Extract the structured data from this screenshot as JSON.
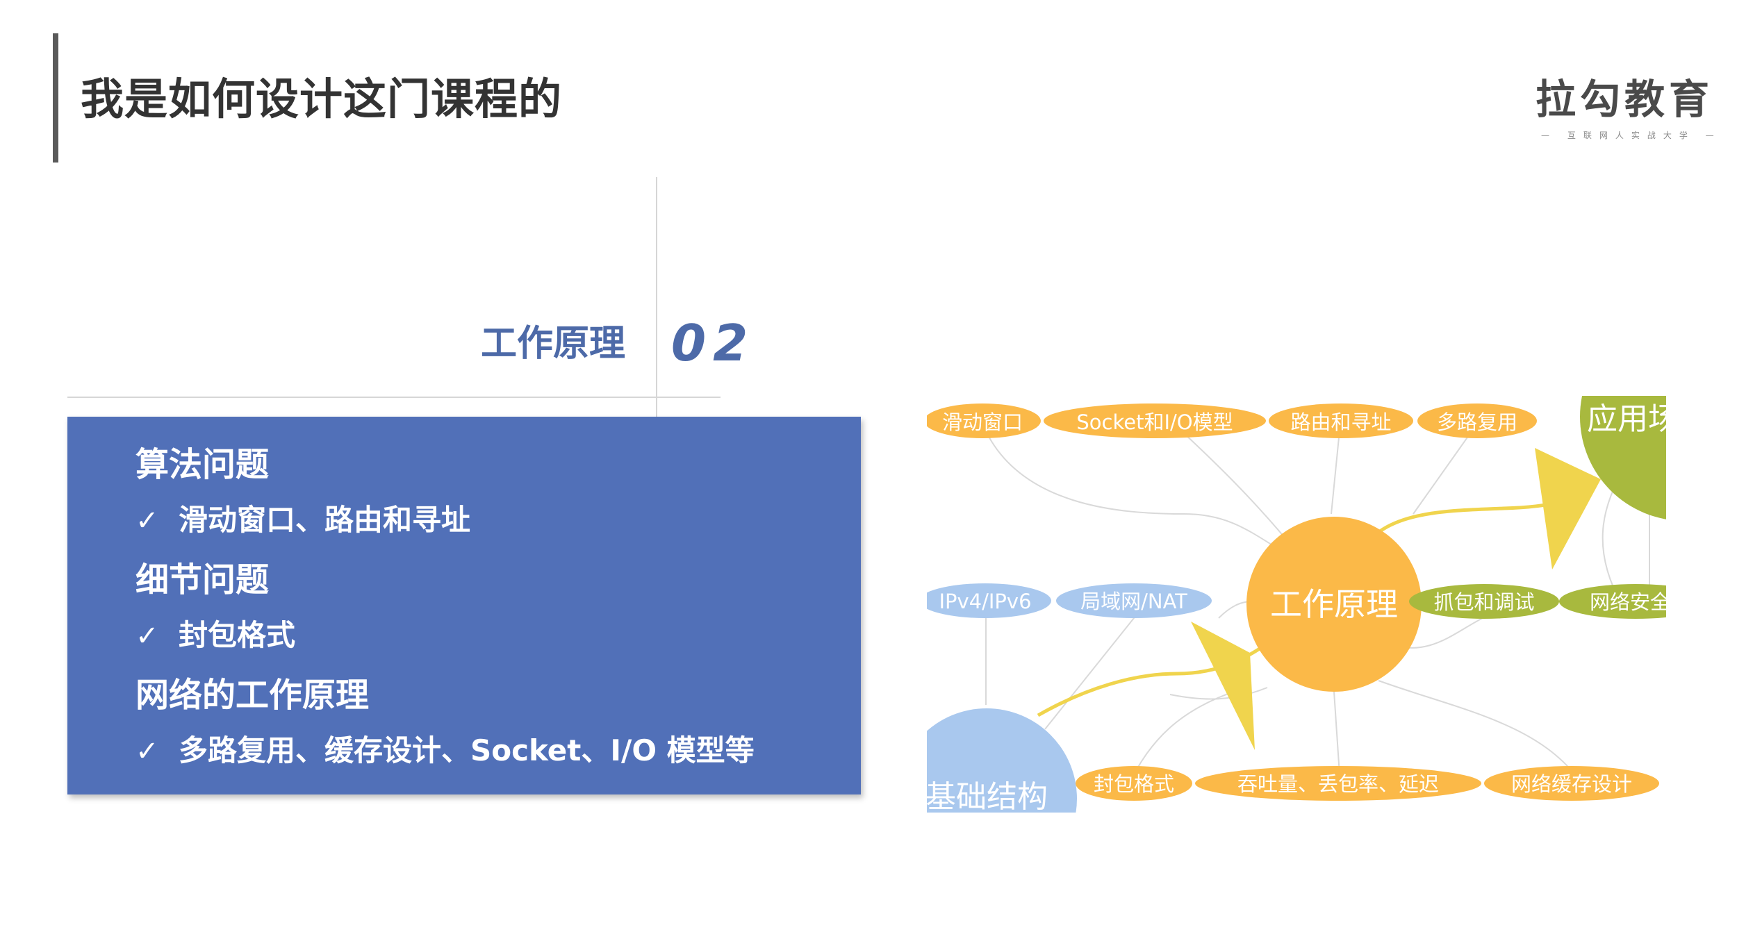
{
  "header": {
    "title": "我是如何设计这门课程的"
  },
  "logo": {
    "name": "拉勾教育",
    "tagline": "— 互联网人实战大学 —"
  },
  "section": {
    "label": "工作原理",
    "number": "02"
  },
  "outline": [
    {
      "heading": "算法问题",
      "item": "滑动窗口、路由和寻址"
    },
    {
      "heading": "细节问题",
      "item": "封包格式"
    },
    {
      "heading": "网络的工作原理",
      "item": "多路复用、缓存设计、Socket、I/O 模型等"
    }
  ],
  "check_mark": "✓",
  "mindmap": {
    "center": "工作原理",
    "application": "应用场",
    "foundation": "基础结构",
    "top_nodes": [
      "滑动窗口",
      "Socket和I/O模型",
      "路由和寻址",
      "多路复用"
    ],
    "left_nodes": [
      "IPv4/IPv6",
      "局域网/NAT"
    ],
    "right_nodes": [
      "抓包和调试",
      "网络安全"
    ],
    "bottom_nodes": [
      "封包格式",
      "吞吐量、丢包率、延迟",
      "网络缓存设计"
    ],
    "colors": {
      "center": "#fbb948",
      "orange_node": "#fbb948",
      "blue_node": "#a9c8ee",
      "green_node": "#a8b93e",
      "arrow": "#f0d44d",
      "panel": "#5170b8",
      "accent_text": "#4d6aa8"
    }
  }
}
